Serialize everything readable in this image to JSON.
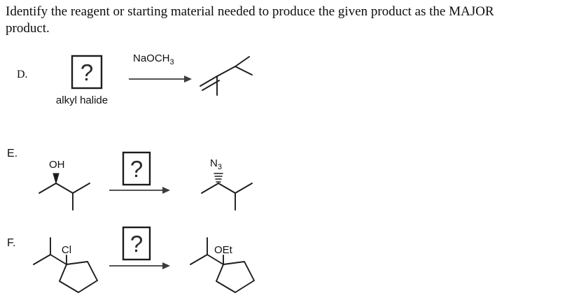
{
  "colors": {
    "ink": "#1c1c1c",
    "arrow": "#3c3c3c",
    "background": "#ffffff"
  },
  "header": {
    "line1": "Identify the reagent or starting material needed to produce the given product as the MAJOR",
    "line2": "product."
  },
  "parts": {
    "d": {
      "label": "D.",
      "box": "?",
      "caption": "alkyl halide",
      "reagent_main": "NaOCH",
      "reagent_sub": "3"
    },
    "e": {
      "label": "E.",
      "box": "?",
      "start_group": "OH",
      "product_group_main": "N",
      "product_group_sub": "3"
    },
    "f": {
      "label": "F.",
      "box": "?",
      "start_group": "Cl",
      "product_group": "OEt"
    }
  }
}
